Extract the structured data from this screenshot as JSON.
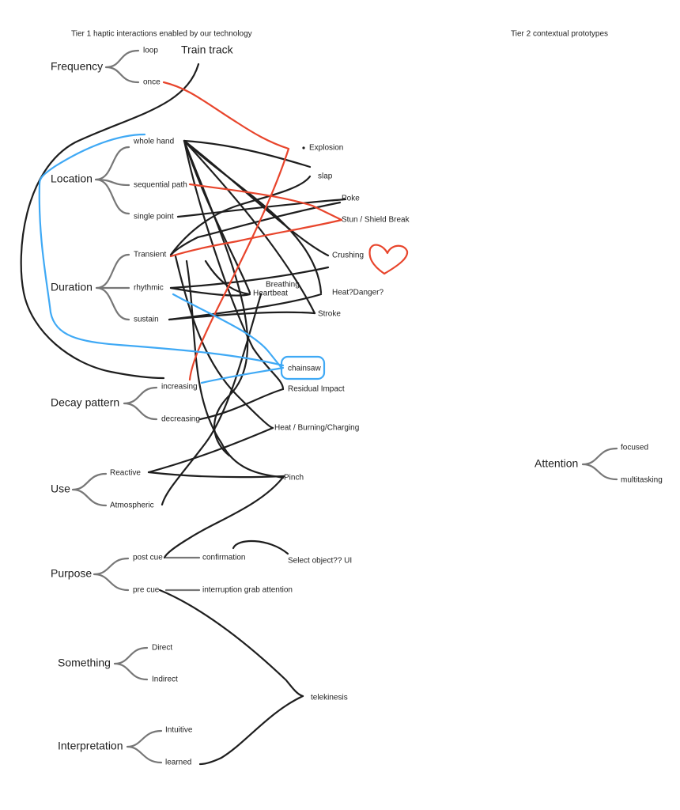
{
  "headers": {
    "tier1": "Tier 1 haptic interactions enabled by our technology",
    "tier2": "Tier 2 contextual prototypes"
  },
  "categories": {
    "frequency": {
      "label": "Frequency",
      "children": [
        "loop",
        "once"
      ]
    },
    "location": {
      "label": "Location",
      "children": [
        "whole hand",
        "sequential path",
        "single point"
      ]
    },
    "duration": {
      "label": "Duration",
      "children": [
        "Transient",
        "rhythmic",
        "sustain"
      ]
    },
    "decay": {
      "label": "Decay pattern",
      "children": [
        "increasing",
        "decreasing"
      ]
    },
    "use": {
      "label": "Use",
      "children": [
        "Reactive",
        "Atmospheric"
      ]
    },
    "purpose": {
      "label": "Purpose",
      "children": [
        "post cue",
        "pre cue"
      ],
      "extras": [
        "confirmation",
        "interruption grab attention"
      ]
    },
    "something": {
      "label": "Something",
      "children": [
        "Direct",
        "Indirect"
      ]
    },
    "interpretation": {
      "label": "Interpretation",
      "children": [
        "Intuitive",
        "learned"
      ]
    },
    "attention": {
      "label": "Attention",
      "children": [
        "focused",
        "multitasking"
      ]
    }
  },
  "prototypes": {
    "train_track": "Train track",
    "explosion": "Explosion",
    "slap": "slap",
    "poke": "Poke",
    "stun": "Stun / Shield Break",
    "crushing": "Crushing",
    "breathing": "Breathing",
    "heartbeat": "Heartbeat",
    "heat_danger": "Heat?Danger?",
    "stroke": "Stroke",
    "chainsaw": "chainsaw",
    "residual": "Residual Impact",
    "heat_burning": "Heat / Burning/Charging",
    "pinch": "Pinch",
    "select_object": "Select object?? UI",
    "telekinesis": "telekinesis"
  },
  "colors": {
    "ink": "#1e1e1e",
    "branch": "#777777",
    "red": "#e8452c",
    "blue": "#3fa9f5"
  }
}
